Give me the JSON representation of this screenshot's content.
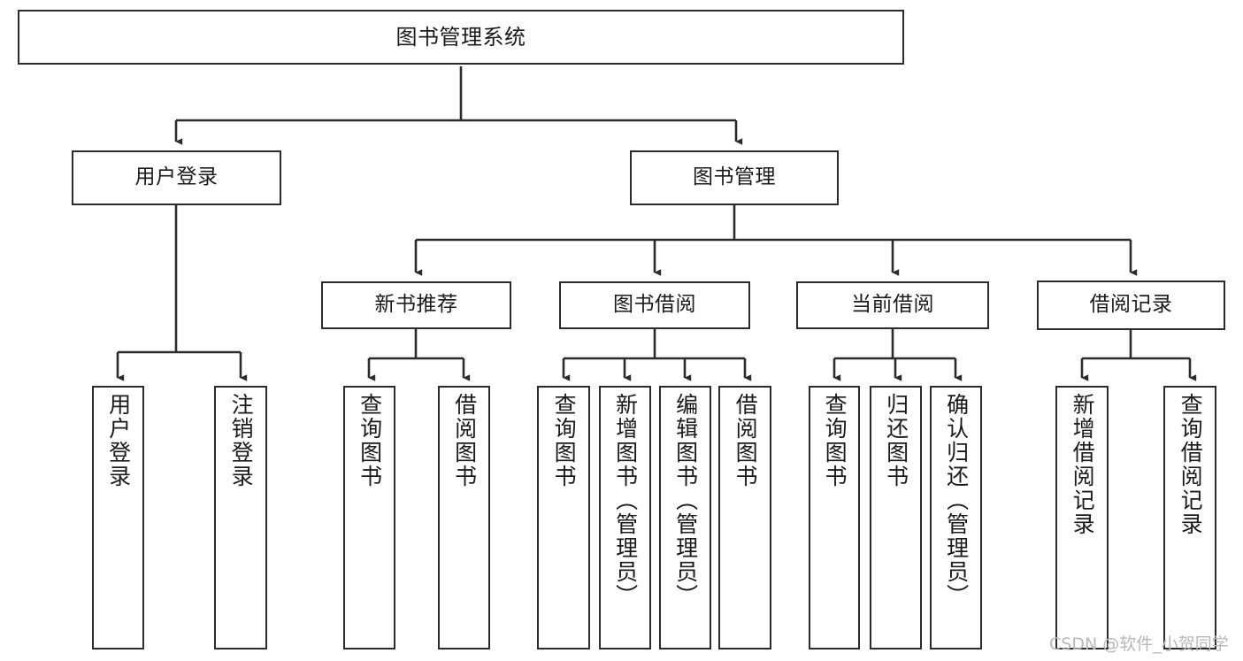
{
  "diagram": {
    "type": "tree-hierarchy-chart",
    "title": "图书管理系统",
    "watermark": "CSDN @软件_小贺同学",
    "stroke_color": "#2b2b2b",
    "fill_color": "#ffffff",
    "text_color": "#1a1a1a",
    "watermark_color": "#b8b8b8"
  },
  "nodes": {
    "root": {
      "label": "图书管理系统"
    },
    "level2": [
      {
        "label": "用户登录"
      },
      {
        "label": "图书管理"
      }
    ],
    "level3": [
      {
        "label": "新书推荐"
      },
      {
        "label": "图书借阅"
      },
      {
        "label": "当前借阅"
      },
      {
        "label": "借阅记录"
      }
    ],
    "leaves": {
      "user_login": [
        {
          "label": "用户登录"
        },
        {
          "label": "注销登录"
        }
      ],
      "new_book_recommend": [
        {
          "label": "查询图书"
        },
        {
          "label": "借阅图书"
        }
      ],
      "book_borrow": [
        {
          "label": "查询图书"
        },
        {
          "label": "新增图书（管理员）"
        },
        {
          "label": "编辑图书（管理员）"
        },
        {
          "label": "借阅图书"
        }
      ],
      "current_borrow": [
        {
          "label": "查询图书"
        },
        {
          "label": "归还图书"
        },
        {
          "label": "确认归还（管理员）"
        }
      ],
      "borrow_record": [
        {
          "label": "新增借阅记录"
        },
        {
          "label": "查询借阅记录"
        }
      ]
    }
  }
}
